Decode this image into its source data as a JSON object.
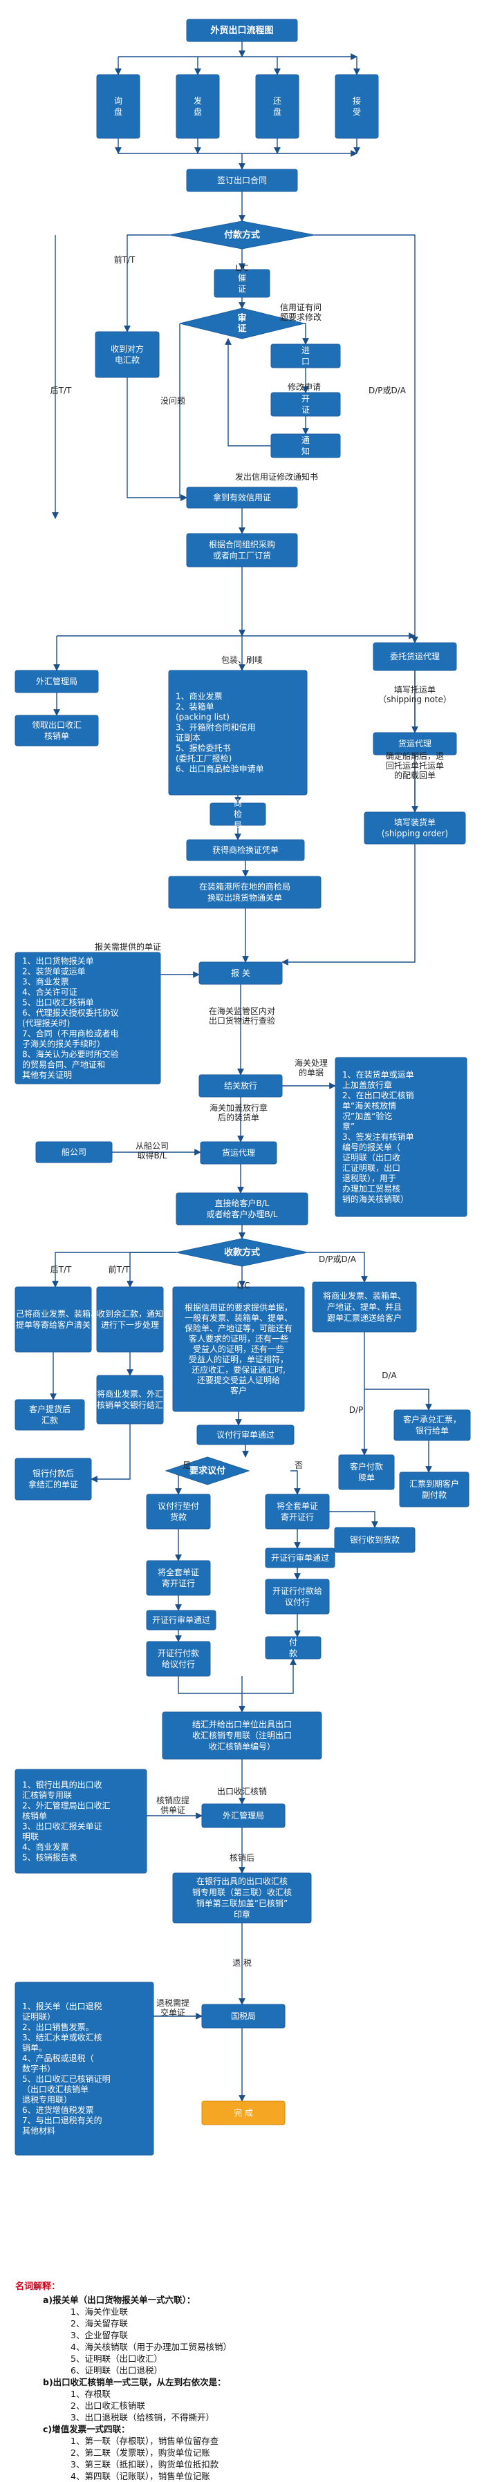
{
  "nodes": {
    "n_title": "外贸出口流程图",
    "n_xunpan": "询\n盘",
    "n_fapan": "发\n盘",
    "n_huanpan": "还\n盘",
    "n_jieshou": "接\n受",
    "n_contract": "签订出口合同",
    "n_payment": "付款方式",
    "n_tt_account": "收到对方\n电汇款",
    "n_lc_urge": "催\n证",
    "n_lc_review": "审\n证",
    "n_notify_bank": "进\n口",
    "n_open_lc": "开\n证",
    "n_notify": "通\n知",
    "n_lc_valid": "拿到有效信用证",
    "n_production": "根据合同组织采购\n或者向工厂订货",
    "n_fx_bureau": "外汇管理局",
    "n_fx_form": "领取出口收汇\n核销单",
    "n_docs_list": "1、商业发票\n2、装箱单\n(packing list)\n3、开箱附合同和信用\n证副本\n5、报检委托书\n(委托工厂报检)\n6、出口商品检验申请单",
    "n_inspection": "商\n检\n局",
    "n_cert": "获得商检换证凭单",
    "n_port_cert": "在装箱港所在地的商检局\n换取出境货物通关单",
    "n_freight": "委托货运代理",
    "n_freight2": "货运代理",
    "n_booking": "填写装货单\n(shipping order)",
    "n_customs": "报  关",
    "n_customs_docs": "1、出口货物报关单\n2、装货单或运单\n3、商业发票\n4、合关许可证\n5、出口收汇核销单\n6、代理报关授权委托协议\n(代理报关时)\n7、合同（不用商检或者电\n子海关的报关手续时）\n8、海关认为必要时所交验\n的贸易合同、产地证和\n其他有关证明",
    "n_release": "结关放行",
    "n_customs_return": "1、在装货单或运单\n上加盖放行章\n2、在出口收汇核销\n单“海关核放情\n况”加盖“验讫\n章”\n3、签发注有核销单\n编号的报关单（\n证明联（出口收\n汇证明联，出口\n退税联），用于\n办理加工贸易核\n销的海关核销联）",
    "n_shipping_co": "船公司",
    "n_forwarder": "货运代理",
    "n_bl_send": "直接给客户B/L\n或者给客户办理B/L",
    "n_collection": "收款方式",
    "n_dp_docs": "将商业发票、装箱单、\n产地证、提单、并且\n跟单汇票递送给客户",
    "n_tt_before": "自己将商业发票、装箱、\n提单等寄给客户清关",
    "n_tt_after": "收到余汇款，通知\n进行下一步处理",
    "n_customer_pay": "客户提货后\n汇款",
    "n_dp_buyer": "客户承兑汇票，\n银行给单",
    "n_dp_pay": "客户付款\n赎单",
    "n_da_pay": "汇票到期客户\n副付款",
    "n_tt_docs": "将商业发票、外汇\n核销单交银行结汇",
    "n_bank_lc": "银行付款后\n拿结汇的单证",
    "n_lc_docs": "根据信用证的要求提供单据，\n一般有发票、装箱单、提单、\n保险单、产地证等，可能还有\n客人要求的证明，还有一些\n受益人的证明，还有一些\n受益人的证明，单证相符，\n还应收汇，要保证通汇时,\n还要提交受益人证明给\n客户",
    "n_exam_pass": "议付行审单通过",
    "n_lc_ok": "要求议付",
    "n_bank_pay": "议付行垫付\n货款",
    "n_send_issuer": "将全套单证\n寄开证行",
    "n_issuer_pass": "开证行审单通过",
    "n_issuer_notify": "开证行付款给\n议付行",
    "n_bank_receive": "银行收到货款",
    "n_pay_out": "付\n款",
    "n_send_issuer2": "将全套单证\n寄开证行",
    "n_issuer_pass2": "开证行审单通过",
    "n_issuer_pay2": "开证行付款\n给议付行",
    "n_settle": "结汇并给出口单位出具出口\n收汇核销专用联（注明出口\n收汇核销单编号）",
    "n_bank_docs": "1、银行出具的出口收\n汇核销专用联\n2、外汇管理局出口收汇\n核销单\n3、出口收汇报关单证\n明联\n4、商业发票\n5、核销报告表",
    "n_fx_bureau2": "外汇管理局",
    "n_fx_stamp": "在银行出具的出口收汇核\n销专用联（第三联）收汇核\n销单第三联加盖“已核销”\n印章",
    "n_tax_docs": "1、报关单（出口退税\n证明联）\n2、出口销售发票。\n3、结汇水单或收汇核\n销单。\n4、产品税或退税（\n数字书）\n5、出口收汇已核销证明\n（出口收汇核销单\n退税专用联）\n6、进货增值税发票\n7、与出口退税有关的\n其他材料",
    "n_tax": "国税局",
    "n_done": "完  成"
  },
  "labels": {
    "l_tt_before": "前T/T",
    "l_after_tt": "后T/T",
    "l_lc": "L/C",
    "l_issue": "信用证有问\n题要求修改",
    "l_no_issue": "没问题",
    "l_amend": "修改申请",
    "l_amend_notice": "发出信用证修改通知书",
    "l_dpda": "D/P或D/A",
    "l_packaging": "包装、刷唛",
    "l_shipping_note": "填写托运单\n（shipping note）",
    "l_confirm": "确定船期后，退\n回托运单托运单\n的配载回单",
    "l_customs_docs": "报关需提供的单证",
    "l_customs_check": "在海关监管区内对\n出口货物进行查验",
    "l_customs_return": "海关处理\n的单据",
    "l_customs_release": "海关加盖放行章\n后的装货单",
    "l_bl": "从船公司\n取得B/L",
    "l_tt_after": "后T/T",
    "l_tt_before2": "前T/T",
    "l_lc2": "L/C",
    "l_dpda2": "D/P或D/A",
    "l_da": "D/A",
    "l_dp": "D/P",
    "l_yes": "是",
    "l_no": "否",
    "l_fx_submit": "出口收汇核销",
    "l_fx_provide": "核销应提\n供单证",
    "l_fx_after": "核销后",
    "l_tax_refund": "退  税",
    "l_tax_provide": "退税需提\n交单证"
  },
  "notes": {
    "title": "名词解释：",
    "a_title": "a)报关单（出口货物报关单一式六联）：",
    "a_items": [
      "1、海关作业联",
      "2、海关留存联",
      "3、企业留存联",
      "4、海关核销联（用于办理加工贸易核销）",
      "5、证明联（出口收汇）",
      "6、证明联（出口退税）"
    ],
    "b_title": "b)出口收汇核销单一式三联，从左到右依次是：",
    "b_items": [
      "1、存根联",
      "2、出口收汇核销联",
      "3、出口退税联（给核销，不得撕开）"
    ],
    "c_title": "c)增值发票一式四联：",
    "c_items": [
      "1、第一联（存根联），销售单位留存查",
      "2、第二联（发票联），购货单位记账",
      "3、第三联（抵扣联），购货单位抵扣款",
      "4、第四联（记账联），销售单位记账"
    ]
  }
}
